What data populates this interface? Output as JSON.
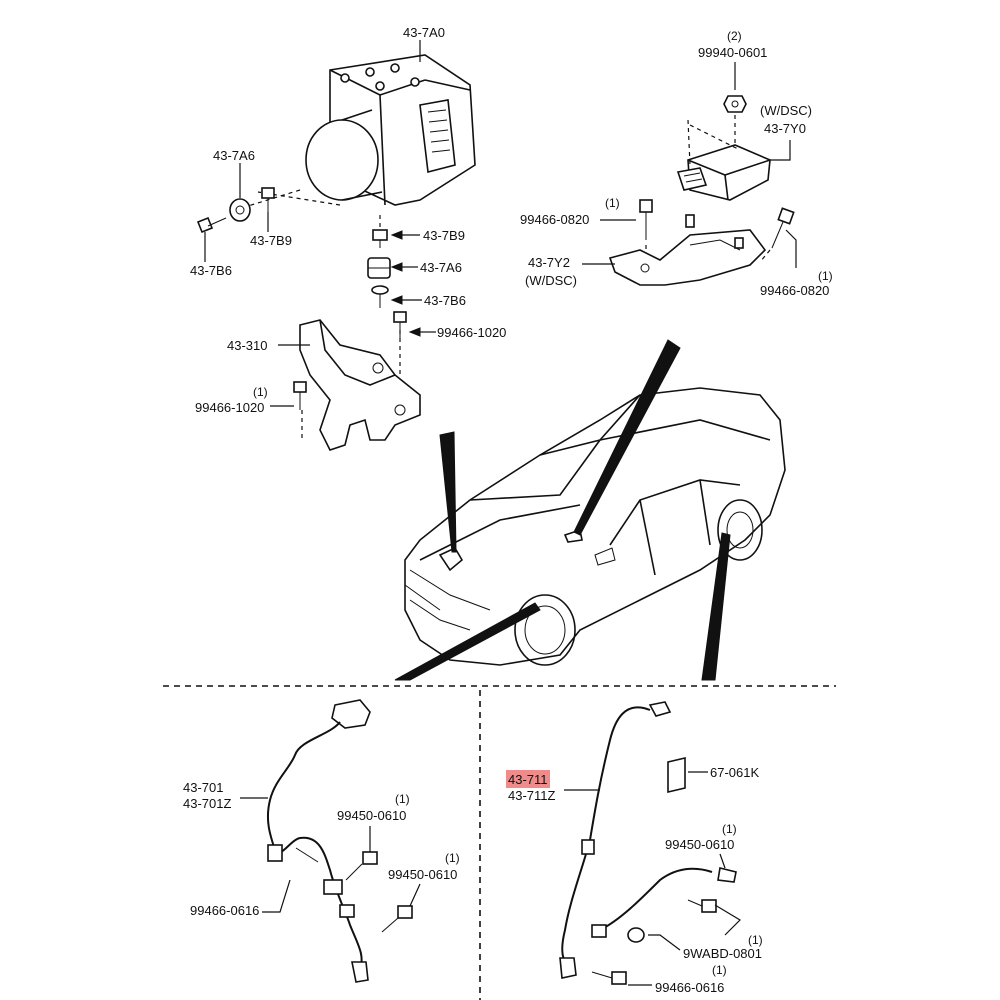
{
  "labels": {
    "abs_unit": "43-7A0",
    "bushing_left": "43-7A6",
    "bolt_left": "43-7B6",
    "collar_left": "43-7B9",
    "collar_right": "43-7B9",
    "bushing_right": "43-7A6",
    "bolt_right": "43-7B6",
    "bracket": "43-310",
    "bolt_bracket_right": "99466-1020",
    "bolt_bracket_left_qty": "(1)",
    "bolt_bracket_left": "99466-1020",
    "nut_qty": "(2)",
    "nut": "99940-0601",
    "yaw_sensor_note": "(W/DSC)",
    "yaw_sensor": "43-7Y0",
    "bolt_sensor_qty": "(1)",
    "bolt_sensor": "99466-0820",
    "sensor_bracket": "43-7Y2",
    "sensor_bracket_note": "(W/DSC)",
    "bolt_sensor_right_qty": "(1)",
    "bolt_sensor_right": "99466-0820",
    "front_sensor_a": "43-701",
    "front_sensor_b": "43-701Z",
    "fs_bolt1_qty": "(1)",
    "fs_bolt1": "99450-0610",
    "fs_bolt2_qty": "(1)",
    "fs_bolt2": "99450-0610",
    "fs_bolt3": "99466-0616",
    "rear_sensor_a": "43-711",
    "rear_sensor_b": "43-711Z",
    "label_part": "67-061K",
    "rs_bolt1_qty": "(1)",
    "rs_bolt1": "99450-0610",
    "rs_clip": "9WABD-0801",
    "rs_clip_qty": "(1)",
    "rs_bolt2_qty": "(1)",
    "rs_bolt2": "99466-0616"
  },
  "highlight_color": "#f08b8b"
}
